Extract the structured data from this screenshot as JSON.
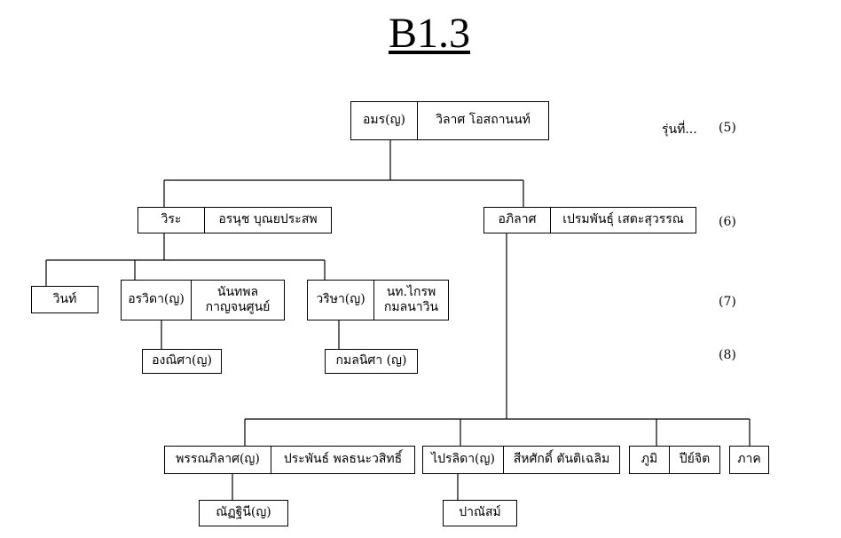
{
  "title": "B1.3",
  "generation_label": "รุ่นที่...",
  "generations": [
    "(5)",
    "(6)",
    "(7)",
    "(8)"
  ],
  "nodes": {
    "amorn": {
      "name": "อมร(ญ)",
      "spouse": "วิลาศ โอสถานนท์"
    },
    "wira": {
      "name": "วิระ",
      "spouse": "อรนุช บุณยประสพ"
    },
    "apilas": {
      "name": "อภิลาศ",
      "spouse": "เปรมพันธุ์ เสตะสุวรรณ"
    },
    "win": {
      "name": "วินท์"
    },
    "orawida": {
      "name": "อรวิดา(ญ)",
      "spouse_line1": "นันทพล",
      "spouse_line2": "กาญจนศูนย์"
    },
    "warisha": {
      "name": "วริษา(ญ)",
      "spouse_line1": "นท.ไกรพ",
      "spouse_line2": "กมลนาวิน"
    },
    "onnisha": {
      "name": "องณิศา(ญ)"
    },
    "kamonnisha": {
      "name": "กมลนิศา  (ญ)"
    },
    "pannapilas": {
      "name": "พรรณภิลาศ(ญ)",
      "spouse": "ประพันธ์ พลธนะวสิทธิ์"
    },
    "pailadda": {
      "name": "ไปรลิดา(ญ)",
      "spouse": "สีหศักดิ์ ตันติเฉลิม"
    },
    "phumi": {
      "name": "ภูมิ",
      "spouse": "ปีย์จิต"
    },
    "phak": {
      "name": "ภาค"
    },
    "natthathini": {
      "name": "ณัฏฐินี(ญ)"
    },
    "pranasm": {
      "name": "ปาณัสม์"
    }
  }
}
